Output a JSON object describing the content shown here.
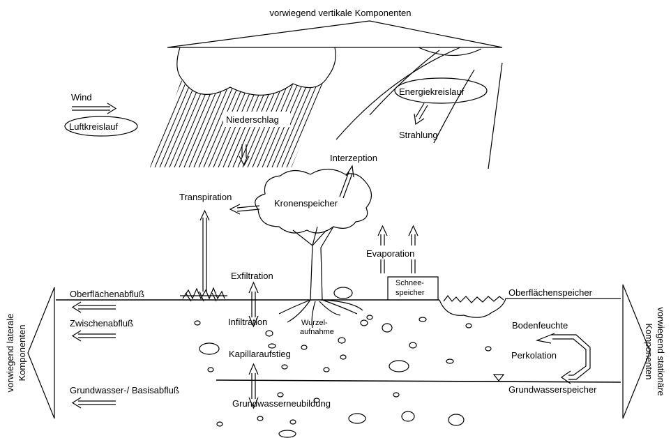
{
  "labels": {
    "vertical_components": "vorwiegend vertikale Komponenten",
    "lateral_components_line1": "vorwiegend laterale",
    "lateral_components_line2": "Komponenten",
    "stationary_components_line1": "vorwiegend stationäre",
    "stationary_components_line2": "Komponenten",
    "wind": "Wind",
    "air_cycle": "Luftkreislauf",
    "energy_cycle": "Energiekreislauf",
    "radiation": "Strahlung",
    "precipitation": "Niederschlag",
    "interception": "Interzeption",
    "transpiration": "Transpiration",
    "crown_storage": "Kronenspeicher",
    "evaporation": "Evaporation",
    "exfiltration": "Exfiltration",
    "snow_storage_line1": "Schnee-",
    "snow_storage_line2": "speicher",
    "surface_runoff": "Oberflächenabfluß",
    "surface_storage": "Oberflächenspeicher",
    "interflow": "Zwischenabfluß",
    "infiltration": "Infiltration",
    "root_uptake_line1": "Wurzel-",
    "root_uptake_line2": "aufnahme",
    "soil_moisture": "Bodenfeuchte",
    "percolation": "Perkolation",
    "capillary_rise": "Kapillaraufstieg",
    "groundwater_runoff": "Grundwasser-/ Basisabfluß",
    "groundwater_storage": "Grundwasserspeicher",
    "groundwater_recharge": "Grundwasserneubildung"
  }
}
